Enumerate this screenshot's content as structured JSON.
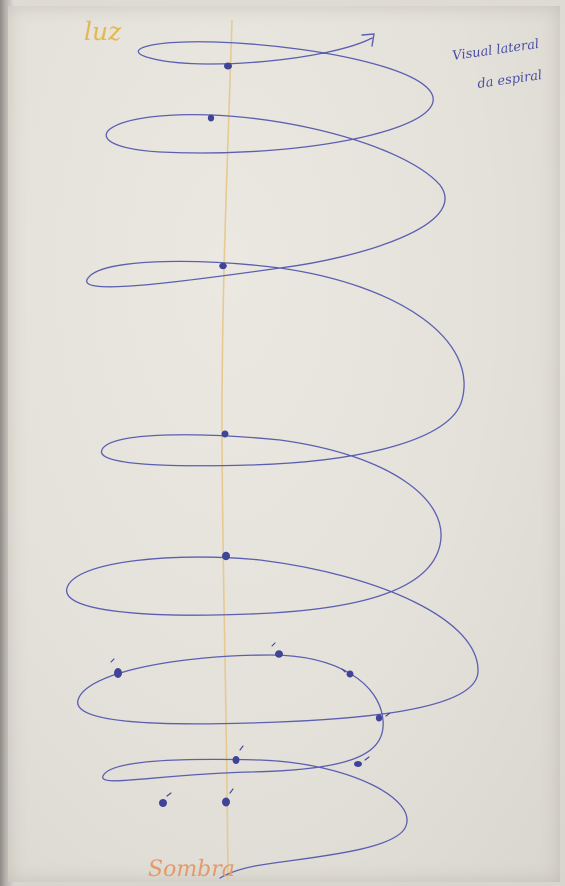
{
  "labels": {
    "top": "luz",
    "bottom": "Sombra",
    "note_line1": "Visual lateral",
    "note_line2": "da espiral"
  },
  "colors": {
    "pen": "#4a4fa3",
    "yellow": "#e3b84f",
    "orange": "#e39a6a",
    "paper": "#e6e3dc"
  }
}
